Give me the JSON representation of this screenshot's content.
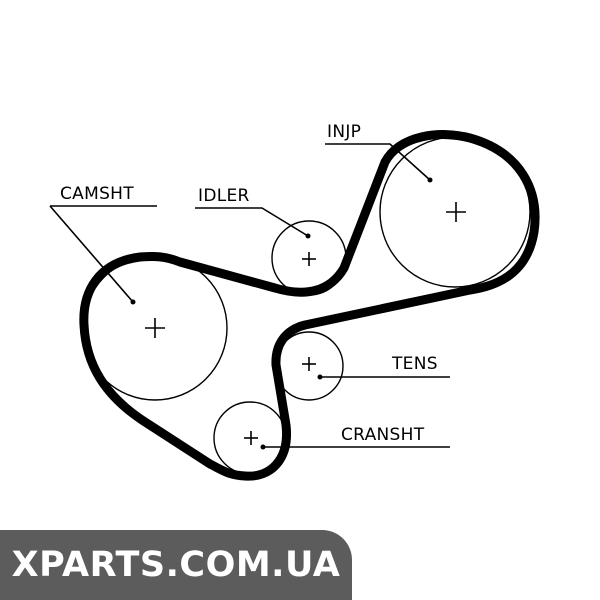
{
  "labels": {
    "camshaft": "CAMSHT",
    "idler": "IDLER",
    "injection_pump": "INJP",
    "tensioner": "TENS",
    "crankshaft": "CRANSHT"
  },
  "watermark": "XPARTS.COM.UA",
  "colors": {
    "ink": "#000000",
    "background": "#ffffff",
    "watermark_bg": "#5c5c5c",
    "watermark_text": "#ffffff"
  }
}
